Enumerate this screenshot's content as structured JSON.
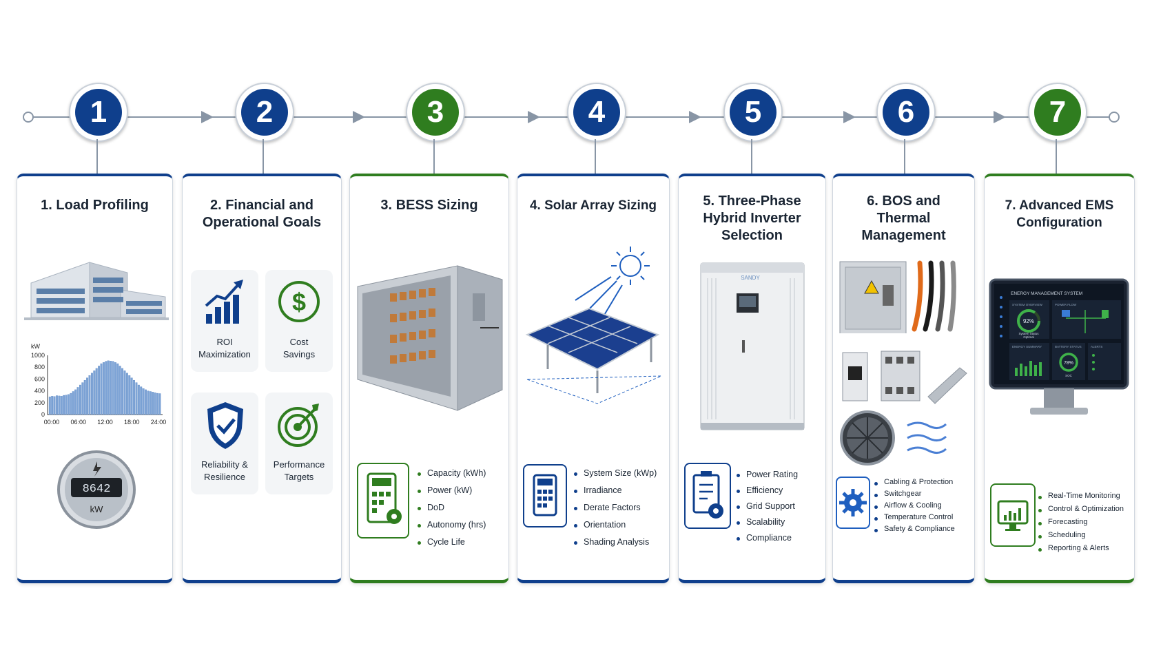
{
  "steps": [
    {
      "number": "1",
      "title_lines": [
        "1. Load Profiling"
      ],
      "color": "#0f3f8c"
    },
    {
      "number": "2",
      "title_lines": [
        "2. Financial and",
        "Operational Goals"
      ],
      "color": "#0f3f8c"
    },
    {
      "number": "3",
      "title_lines": [
        "3. BESS Sizing"
      ],
      "color": "#2f7d1f"
    },
    {
      "number": "4",
      "title_lines": [
        "4. Solar Array Sizing"
      ],
      "color": "#0f3f8c"
    },
    {
      "number": "5",
      "title_lines": [
        "5. Three-Phase",
        "Hybrid Inverter",
        "Selection"
      ],
      "color": "#0f3f8c"
    },
    {
      "number": "6",
      "title_lines": [
        "6. BOS and",
        "Thermal",
        "Management"
      ],
      "color": "#0f3f8c"
    },
    {
      "number": "7",
      "title_lines": [
        "7. Advanced EMS",
        "Configuration"
      ],
      "color": "#2f7d1f"
    }
  ],
  "load_chart": {
    "y_unit": "kW",
    "y_ticks": [
      "1000",
      "800",
      "600",
      "400",
      "200",
      "0"
    ],
    "x_ticks": [
      "00:00",
      "06:00",
      "12:00",
      "18:00",
      "24:00"
    ],
    "ylim": [
      0,
      1000
    ],
    "values": [
      300,
      310,
      305,
      320,
      315,
      310,
      325,
      330,
      340,
      360,
      390,
      420,
      460,
      500,
      540,
      580,
      620,
      660,
      700,
      740,
      780,
      820,
      860,
      880,
      900,
      910,
      905,
      900,
      880,
      860,
      820,
      780,
      740,
      700,
      660,
      620,
      580,
      540,
      500,
      470,
      440,
      420,
      400,
      390,
      380,
      370,
      360,
      355
    ]
  },
  "meter": {
    "reading": "8642",
    "unit": "kW"
  },
  "goals": [
    {
      "label_lines": [
        "ROI",
        "Maximization"
      ],
      "icon": "chart-growth-icon"
    },
    {
      "label_lines": [
        "Cost",
        "Savings"
      ],
      "icon": "dollar-icon"
    },
    {
      "label_lines": [
        "Reliability &",
        "Resilience"
      ],
      "icon": "shield-check-icon"
    },
    {
      "label_lines": [
        "Performance",
        "Targets"
      ],
      "icon": "target-icon"
    }
  ],
  "bess_params": [
    "Capacity (kWh)",
    "Power (kW)",
    "DoD",
    "Autonomy (hrs)",
    "Cycle Life"
  ],
  "solar_params": [
    "System Size (kWp)",
    "Irradiance",
    "Derate Factors",
    "Orientation",
    "Shading Analysis"
  ],
  "inverter_params": [
    "Power Rating",
    "Efficiency",
    "Grid Support",
    "Scalability",
    "Compliance"
  ],
  "bos_params": [
    "Cabling & Protection",
    "Switchgear",
    "Airflow & Cooling",
    "Temperature Control",
    "Safety & Compliance"
  ],
  "ems_params": [
    "Real-Time Monitoring",
    "Control & Optimization",
    "Forecasting",
    "Scheduling",
    "Reporting & Alerts"
  ],
  "inverter_brand": "SANDY",
  "ems_screen": {
    "title": "ENERGY MANAGEMENT SYSTEM",
    "overview_label": "SYSTEM OVERVIEW",
    "powerflow_label": "POWER FLOW",
    "status_percent": "92%",
    "status_lines": [
      "System Status",
      "Optimal"
    ],
    "summary_label": "ENERGY SUMMARY",
    "battery_label": "BATTERY STATUS",
    "battery_percent": "78%",
    "battery_soc": "SOC",
    "alerts_label": "ALERTS"
  },
  "colors": {
    "blue": "#0f3f8c",
    "green": "#2f7d1f",
    "line": "#8895a5"
  }
}
